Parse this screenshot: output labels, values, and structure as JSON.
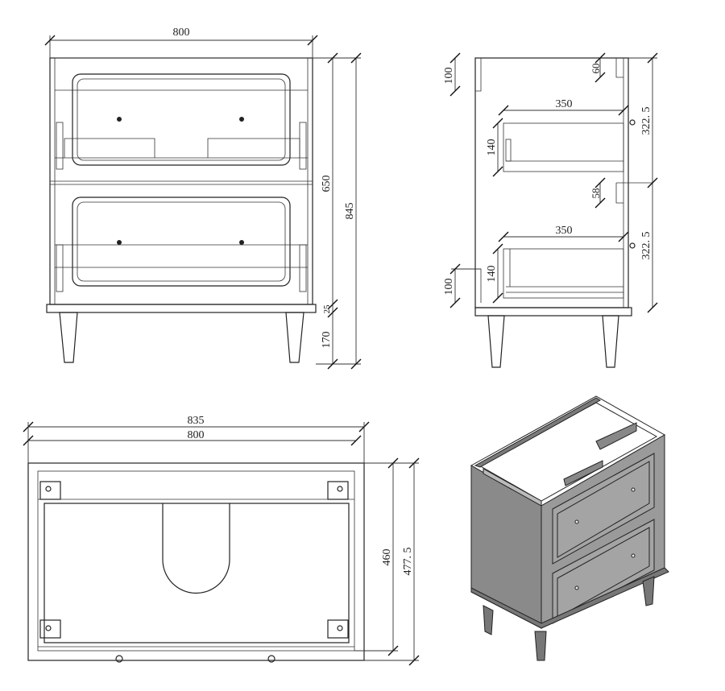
{
  "front_view": {
    "width": "800",
    "body_height": "650",
    "total_height": "845",
    "plinth": "25",
    "leg_height": "170"
  },
  "side_view": {
    "top_rail": "100",
    "bottom_rail": "100",
    "rail_top": "60",
    "rail_mid": "58",
    "drawer_depth_1": "350",
    "drawer_depth_2": "350",
    "drawer_height_1": "140",
    "drawer_height_2": "140",
    "drawer_pitch_1": "322. 5",
    "drawer_pitch_2": "322. 5"
  },
  "top_view": {
    "overall_width": "835",
    "body_width": "800",
    "body_depth": "460",
    "overall_depth": "477. 5"
  },
  "colors": {
    "line": "#222222",
    "iso_body": "#8a8a8a"
  }
}
